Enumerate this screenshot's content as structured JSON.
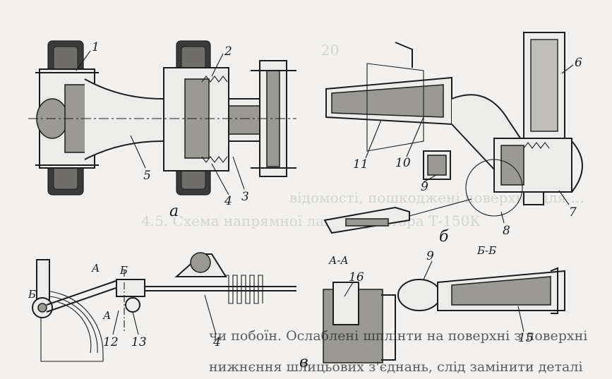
{
  "figure": {
    "part_labels": {
      "p1": "1",
      "p2": "2",
      "p3": "3",
      "p4": "4",
      "p5": "5",
      "p6": "6",
      "p7": "7",
      "p8": "8",
      "p9": "9",
      "p10": "10",
      "p11": "11",
      "p12": "12",
      "p13": "13",
      "p14": "4",
      "p15": "15",
      "p16": "16",
      "p9b": "9"
    },
    "subfigure_labels": {
      "a": "а",
      "b": "б",
      "v": "в"
    },
    "section_labels": {
      "aa": "А-А",
      "bb": "Б-Б",
      "a_mark": "А",
      "a_mark2": "А",
      "b_mark": "Б",
      "b_mark2": "Б"
    }
  },
  "background_text": {
    "line_top_left": "20",
    "line_caption": "4.5. Схема напрямної ланки трактора Т-150К",
    "line_mid": "відомості, пошкоджені поверхні (для ..."
  },
  "page_text": {
    "bottom_line_1": "чи побоїн. Ослаблені шплінти на поверхні з поверхні",
    "bottom_line_2": "нижнєння шлицьових з'єднань, слід замінити деталі"
  }
}
